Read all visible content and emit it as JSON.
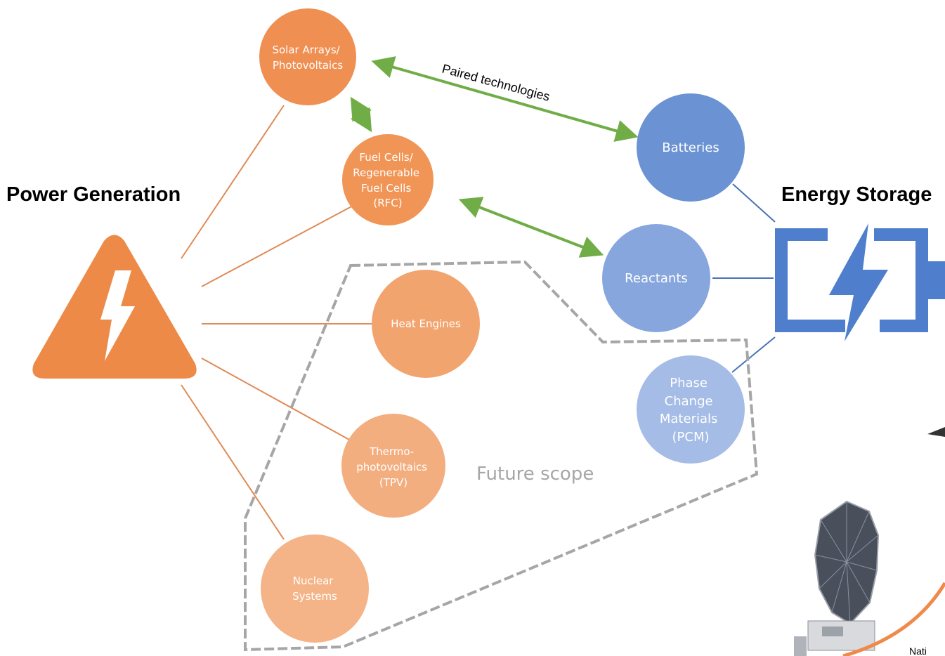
{
  "headings": {
    "power_generation": "Power Generation",
    "energy_storage": "Energy Storage"
  },
  "annotations": {
    "paired_technologies": "Paired technologies",
    "future_scope": "Future scope",
    "photo_caption": "Nati"
  },
  "generation_nodes": [
    {
      "id": "solar",
      "lines": [
        "Solar Arrays/",
        "Photovoltaics"
      ]
    },
    {
      "id": "fuel-cells",
      "lines": [
        "Fuel Cells/",
        "Regenerable",
        "Fuel Cells",
        "(RFC)"
      ]
    },
    {
      "id": "heat-engines",
      "lines": [
        "Heat Engines"
      ]
    },
    {
      "id": "tpv",
      "lines": [
        "Thermo-",
        "photovoltaics",
        "(TPV)"
      ]
    },
    {
      "id": "nuclear",
      "lines": [
        "Nuclear",
        "Systems"
      ]
    }
  ],
  "storage_nodes": [
    {
      "id": "batteries",
      "lines": [
        "Batteries"
      ]
    },
    {
      "id": "reactants",
      "lines": [
        "Reactants"
      ]
    },
    {
      "id": "pcm",
      "lines": [
        "Phase",
        "Change",
        "Materials",
        "(PCM)"
      ]
    }
  ],
  "icons": {
    "power": "lightning-warning-triangle-icon",
    "storage": "battery-lightning-icon"
  },
  "colors": {
    "generation_strong": "#f08a4b",
    "generation_mid": "#f2a46f",
    "generation_light": "#f4b487",
    "storage_strong": "#5b8ad0",
    "storage_mid": "#7e9fda",
    "storage_light": "#a6bde6",
    "paired_arrow": "#70ad47",
    "future_boundary": "#a6a6a6"
  }
}
